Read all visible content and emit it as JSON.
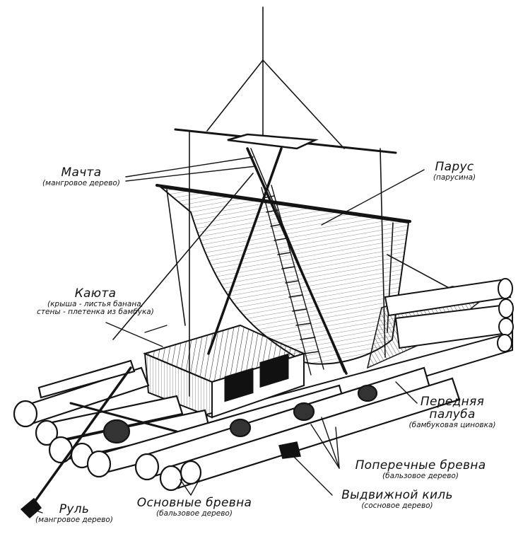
{
  "labels": {
    "mast": {
      "title": "Мачта",
      "note": "(мангровое дерево)"
    },
    "sail": {
      "title": "Парус",
      "note": "(парусина)"
    },
    "cabin": {
      "title": "Каюта",
      "note_line1": "(крыша - листья банана,",
      "note_line2": "стены - плетенка из бамбука)"
    },
    "foredeck": {
      "title_line1": "Передняя",
      "title_line2": "палуба",
      "note": "(бамбуковая циновка)"
    },
    "crossbeams": {
      "title": "Поперечные бревна",
      "note": "(бальзовое дерево)"
    },
    "keel": {
      "title": "Выдвижной киль",
      "note": "(сосновое дерево)"
    },
    "mainlogs": {
      "title": "Основные бревна",
      "note": "(бальзовое дерево)"
    },
    "rudder": {
      "title": "Руль",
      "note": "(мангровое дерево)"
    }
  },
  "style": {
    "ink": "#141414",
    "paper": "#ffffff"
  }
}
